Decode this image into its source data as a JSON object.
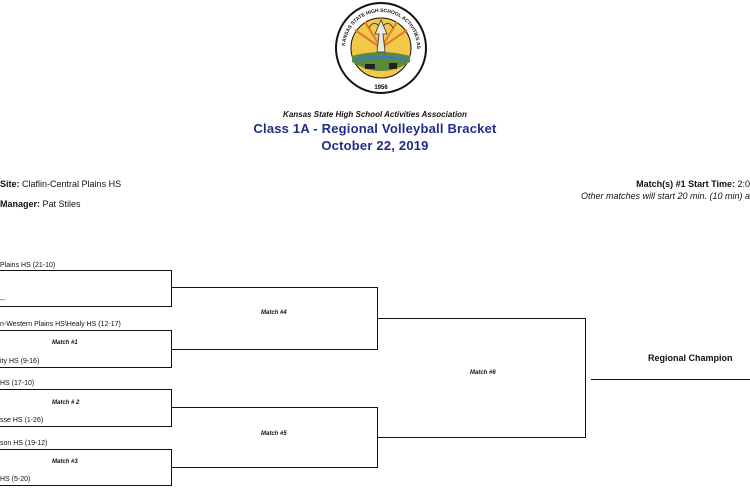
{
  "logo": {
    "text": "KANSAS STATE HIGH SCHOOL ACTIVITIES ASSOCIATION, INC.",
    "year": "1956",
    "colors": {
      "ring": "#111111",
      "sky": "#f2c84b",
      "land": "#5a8a3a",
      "river": "#3a7bc8",
      "rays": "#e07a2e"
    }
  },
  "header": {
    "org": "Kansas State High School Activities Association",
    "title": "Class 1A - Regional Volleyball Bracket",
    "date": "October 22, 2019"
  },
  "info": {
    "site_label": "Site:",
    "site_value": "Claflin-Central Plains HS",
    "manager_label": "Manager:",
    "manager_value": "Pat Stiles",
    "start_label": "Match(s) #1 Start Time:",
    "start_value": "2:0",
    "note": "Other matches will start 20 min. (10 min) a"
  },
  "bracket": {
    "teams": [
      "Plains HS (21-10)",
      "--",
      "n-Western Plains HS\\Healy HS (12-17)",
      "ity HS (9-16)",
      "HS (17-10)",
      "sse HS (1-26)",
      "son HS (19-12)",
      "HS (5-20)"
    ],
    "matches": [
      "Match #1",
      "Match # 2",
      "Match #3",
      "Match #4",
      "Match #5",
      "Match #6"
    ],
    "champion": "Regional Champion"
  }
}
